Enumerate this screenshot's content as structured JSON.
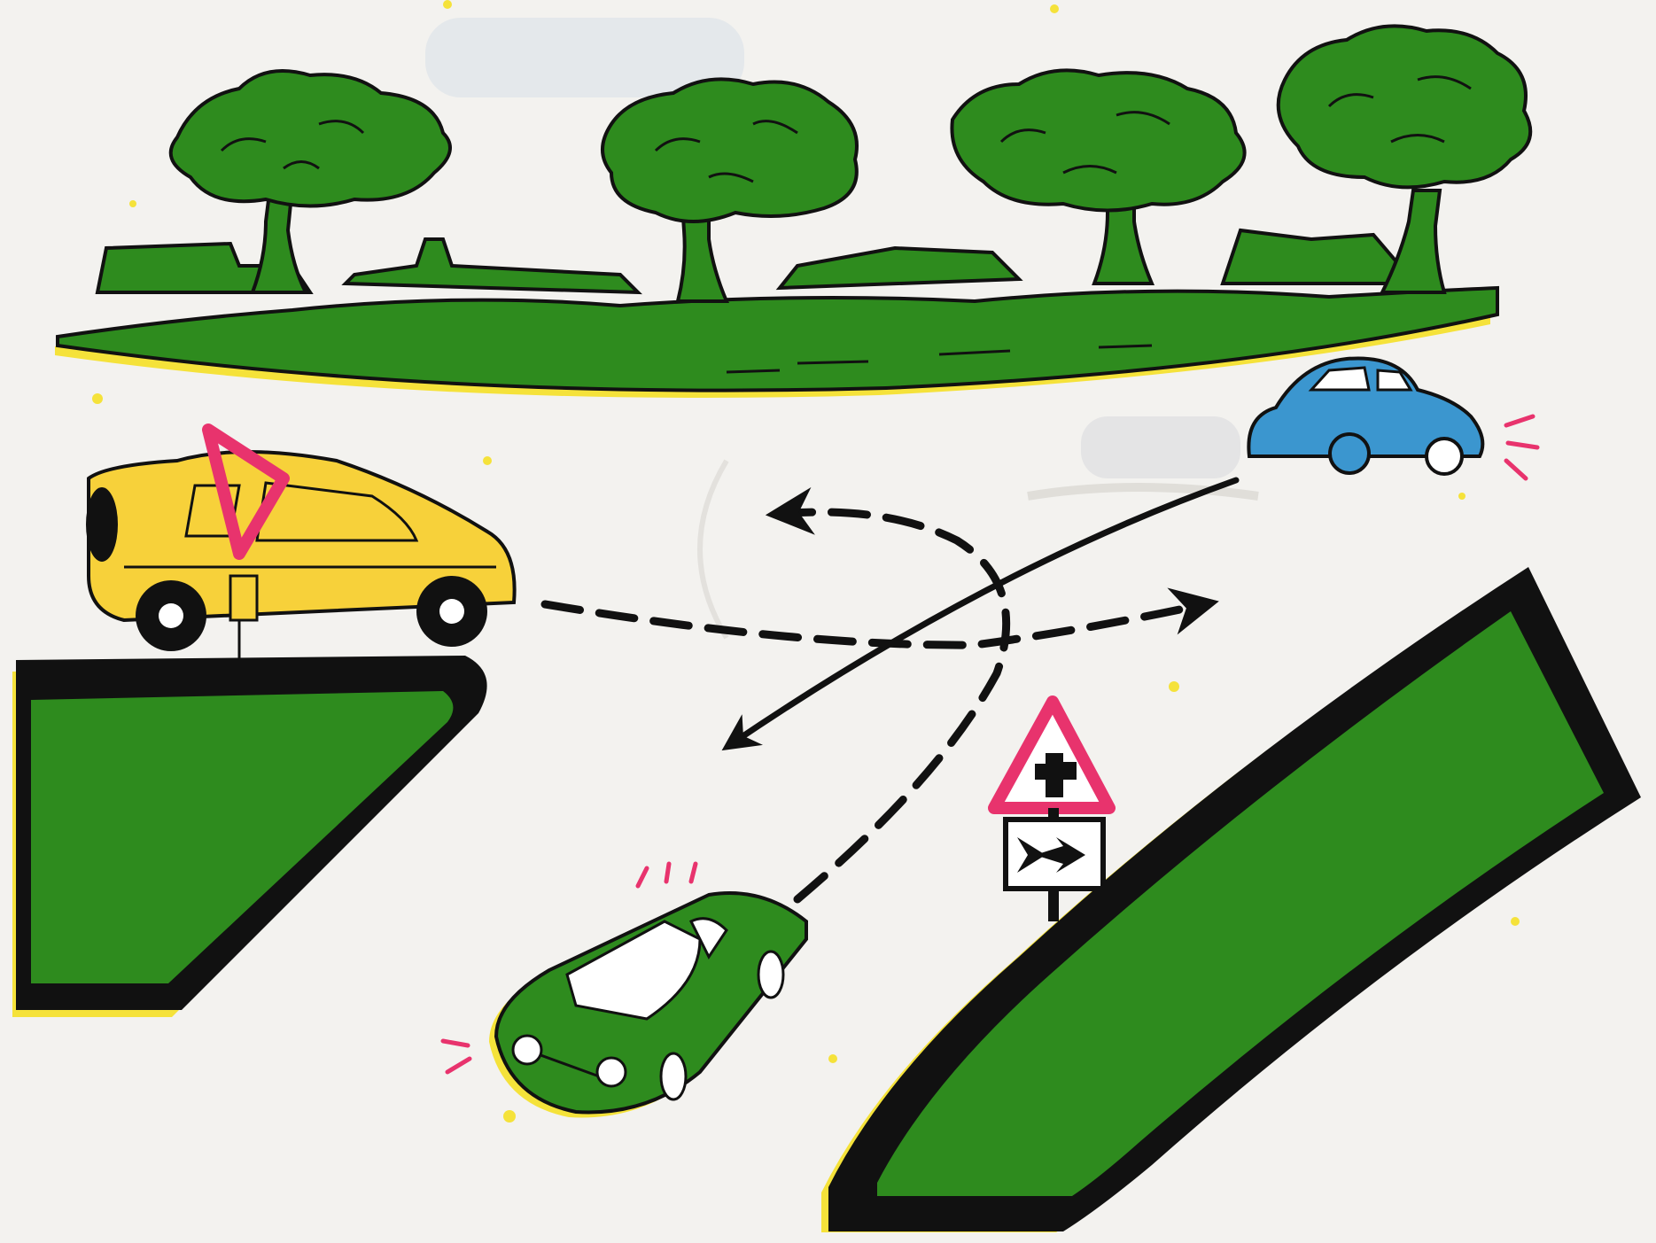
{
  "illustration": {
    "palette": {
      "paper": "#f3f2ef",
      "grass_green": "#2e8b1e",
      "outline": "#111111",
      "yellow_car": "#f7d13a",
      "blue_car": "#3b96cf",
      "green_car": "#2e8b1e",
      "warning_red": "#e8336d",
      "misregistration_yellow": "#f5e23a",
      "misregistration_cyan": "#5bb9e6"
    },
    "icons": {
      "triangle_sign": "crossroad-warning-sign",
      "arrow_plate": "merge-arrow-plate",
      "broken_down_car_triangle": "warning-triangle"
    }
  }
}
